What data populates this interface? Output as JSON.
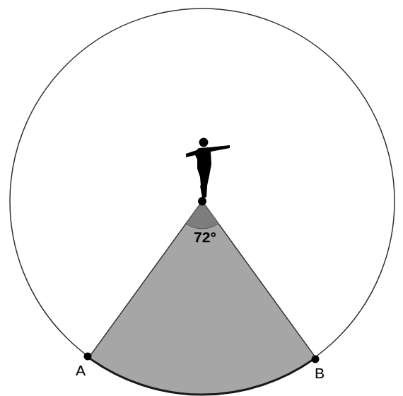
{
  "diagram": {
    "labels": [
      "72°",
      "A",
      "B"
    ]
  }
}
